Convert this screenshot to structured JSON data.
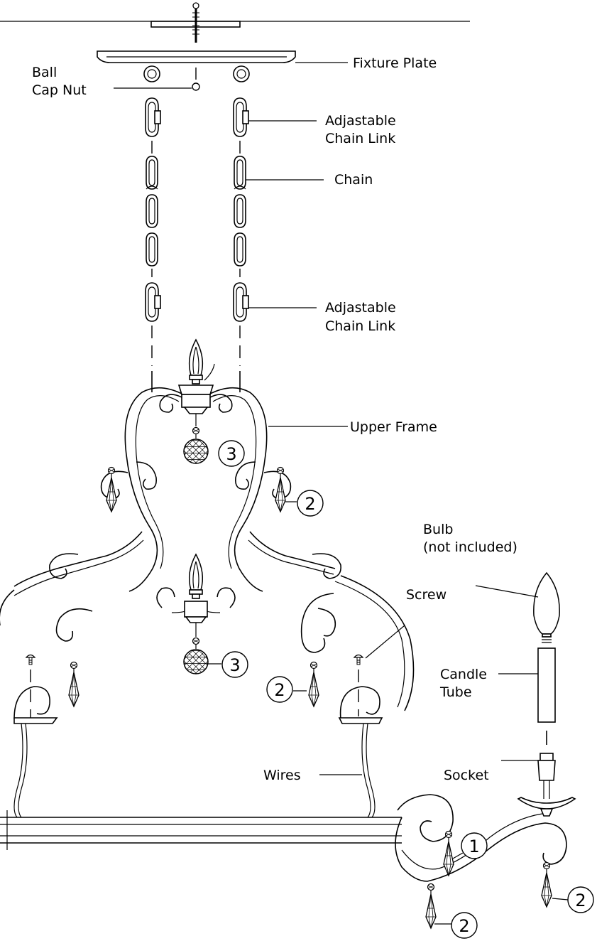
{
  "labels": {
    "fixture_plate": "Fixture Plate",
    "ball_cap_nut_line1": "Ball",
    "ball_cap_nut_line2": "Cap Nut",
    "adj_chain_link_1_line1": "Adjastable",
    "adj_chain_link_1_line2": "Chain Link",
    "chain": "Chain",
    "adj_chain_link_2_line1": "Adjastable",
    "adj_chain_link_2_line2": "Chain Link",
    "upper_frame": "Upper Frame",
    "bulb_line1": "Bulb",
    "bulb_line2": "(not included)",
    "screw": "Screw",
    "candle_tube_line1": "Candle",
    "candle_tube_line2": "Tube",
    "socket": "Socket",
    "wires": "Wires"
  },
  "callouts": {
    "ball_upper": "3",
    "ball_lower": "3",
    "crystal_upper_right": "2",
    "crystal_mid_right": "2",
    "crystal_arm": "1",
    "crystal_arm_bottom": "2",
    "crystal_arm_right": "2"
  }
}
